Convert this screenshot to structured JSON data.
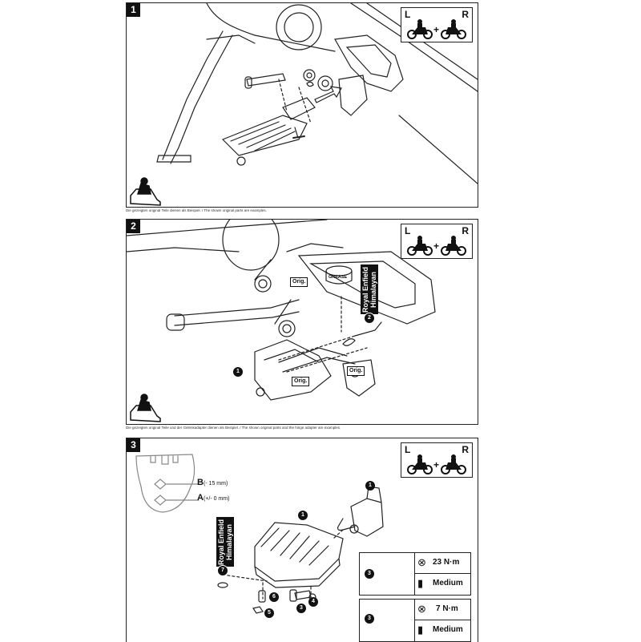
{
  "badge": {
    "left": "L",
    "right": "R",
    "plus": "+"
  },
  "panel1": {
    "number": "1",
    "caption": "Die gezeigten original Teile dienen als Beispiel. / The shown original parts are examples."
  },
  "panel2": {
    "number": "2",
    "caption": "Die gezeigten original Teile und der Gelenkadapter dienen als Beispiel. / The shown original parts and the hinge adapter are examples.",
    "callouts": [
      "Orig.",
      "Orig.",
      "Orig."
    ],
    "grease": "GREASE",
    "brand": "Royal Enfield Himalayan",
    "parts": [
      "1",
      "2"
    ]
  },
  "panel3": {
    "number": "3",
    "dim_b": {
      "letter": "B",
      "note": "(- 15 mm)"
    },
    "dim_a": {
      "letter": "A",
      "note": "(+/- 0 mm)"
    },
    "brand": "Royal Enfield Himalayan",
    "parts": [
      "1",
      "1",
      "7",
      "6",
      "5",
      "3",
      "4"
    ],
    "specs": [
      {
        "part": "3",
        "torque": "23 N·m",
        "loctite": "Medium"
      },
      {
        "part": "3",
        "torque": "7 N·m",
        "loctite": "Medium"
      }
    ]
  }
}
